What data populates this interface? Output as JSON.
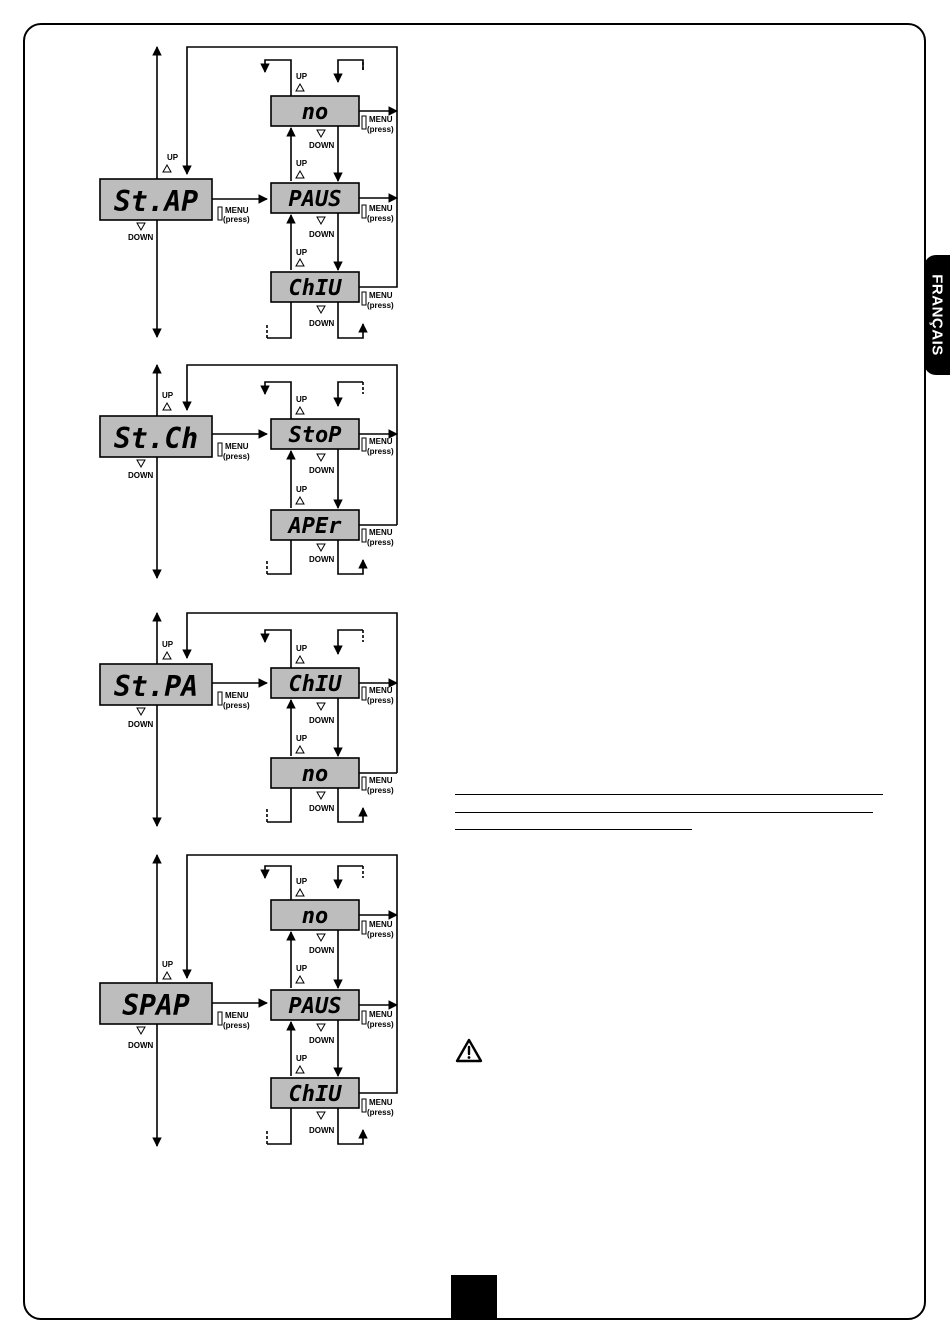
{
  "side_tab": {
    "label": "FRANÇAIS"
  },
  "labels": {
    "up": "UP",
    "down": "DOWN",
    "menu": "MENU",
    "press": "(press)"
  },
  "diagrams": [
    {
      "main": "St.AP",
      "options": [
        "no",
        "PAUS",
        "ChIU"
      ]
    },
    {
      "main": "St.Ch",
      "options": [
        "StoP",
        "APEr"
      ]
    },
    {
      "main": "St.PA",
      "options": [
        "ChIU",
        "no"
      ]
    },
    {
      "main": "SPAP",
      "options": [
        "no",
        "PAUS",
        "ChIU"
      ]
    }
  ],
  "page_number": ""
}
